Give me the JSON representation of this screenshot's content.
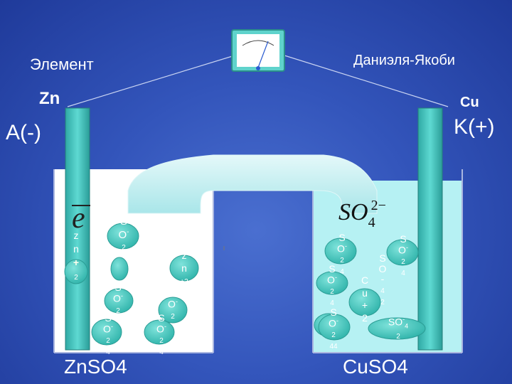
{
  "title_left": "Элемент",
  "title_right": "Даниэля-Якоби",
  "anode_metal": "Zn",
  "cathode_metal": "Cu",
  "anode_sign": "A(-)",
  "cathode_sign": "K(+)",
  "left_solution": "ZnSO4",
  "right_solution": "CuSO4",
  "electron_symbol": "e",
  "sulfate_formula": "SO",
  "sulfate_sub": "4",
  "sulfate_sup": "2−",
  "colors": {
    "left_bath": "#ffffff",
    "right_bath": "#b6f1f3",
    "electrode": "#4fc7c2",
    "ion": "#3fbfb6",
    "bridge": "#c4eef0"
  }
}
